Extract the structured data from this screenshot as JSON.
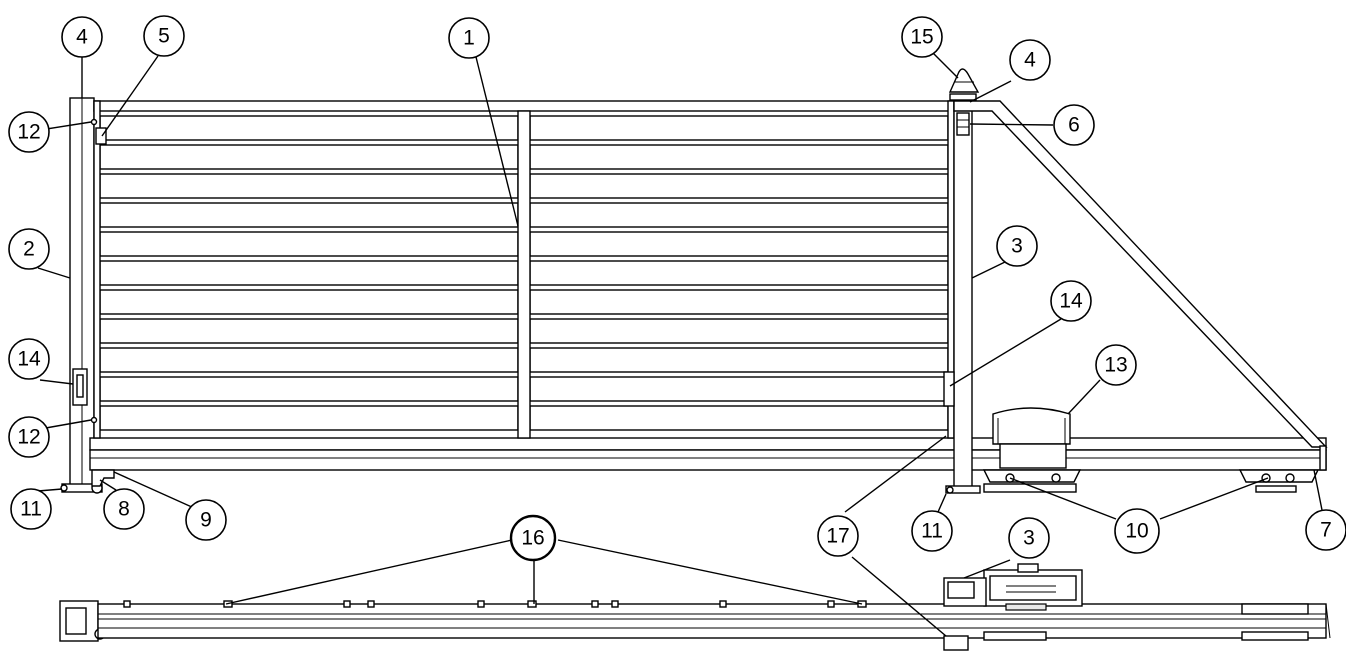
{
  "callouts": [
    {
      "id": "c1",
      "label": "1"
    },
    {
      "id": "c2",
      "label": "2"
    },
    {
      "id": "c3a",
      "label": "3"
    },
    {
      "id": "c3b",
      "label": "3"
    },
    {
      "id": "c4a",
      "label": "4"
    },
    {
      "id": "c4b",
      "label": "4"
    },
    {
      "id": "c5",
      "label": "5"
    },
    {
      "id": "c6",
      "label": "6"
    },
    {
      "id": "c7",
      "label": "7"
    },
    {
      "id": "c8",
      "label": "8"
    },
    {
      "id": "c9",
      "label": "9"
    },
    {
      "id": "c10",
      "label": "10"
    },
    {
      "id": "c11a",
      "label": "11"
    },
    {
      "id": "c11b",
      "label": "11"
    },
    {
      "id": "c12a",
      "label": "12"
    },
    {
      "id": "c12b",
      "label": "12"
    },
    {
      "id": "c13",
      "label": "13"
    },
    {
      "id": "c14a",
      "label": "14"
    },
    {
      "id": "c14b",
      "label": "14"
    },
    {
      "id": "c15",
      "label": "15"
    },
    {
      "id": "c16",
      "label": "16"
    },
    {
      "id": "c17",
      "label": "17"
    }
  ]
}
